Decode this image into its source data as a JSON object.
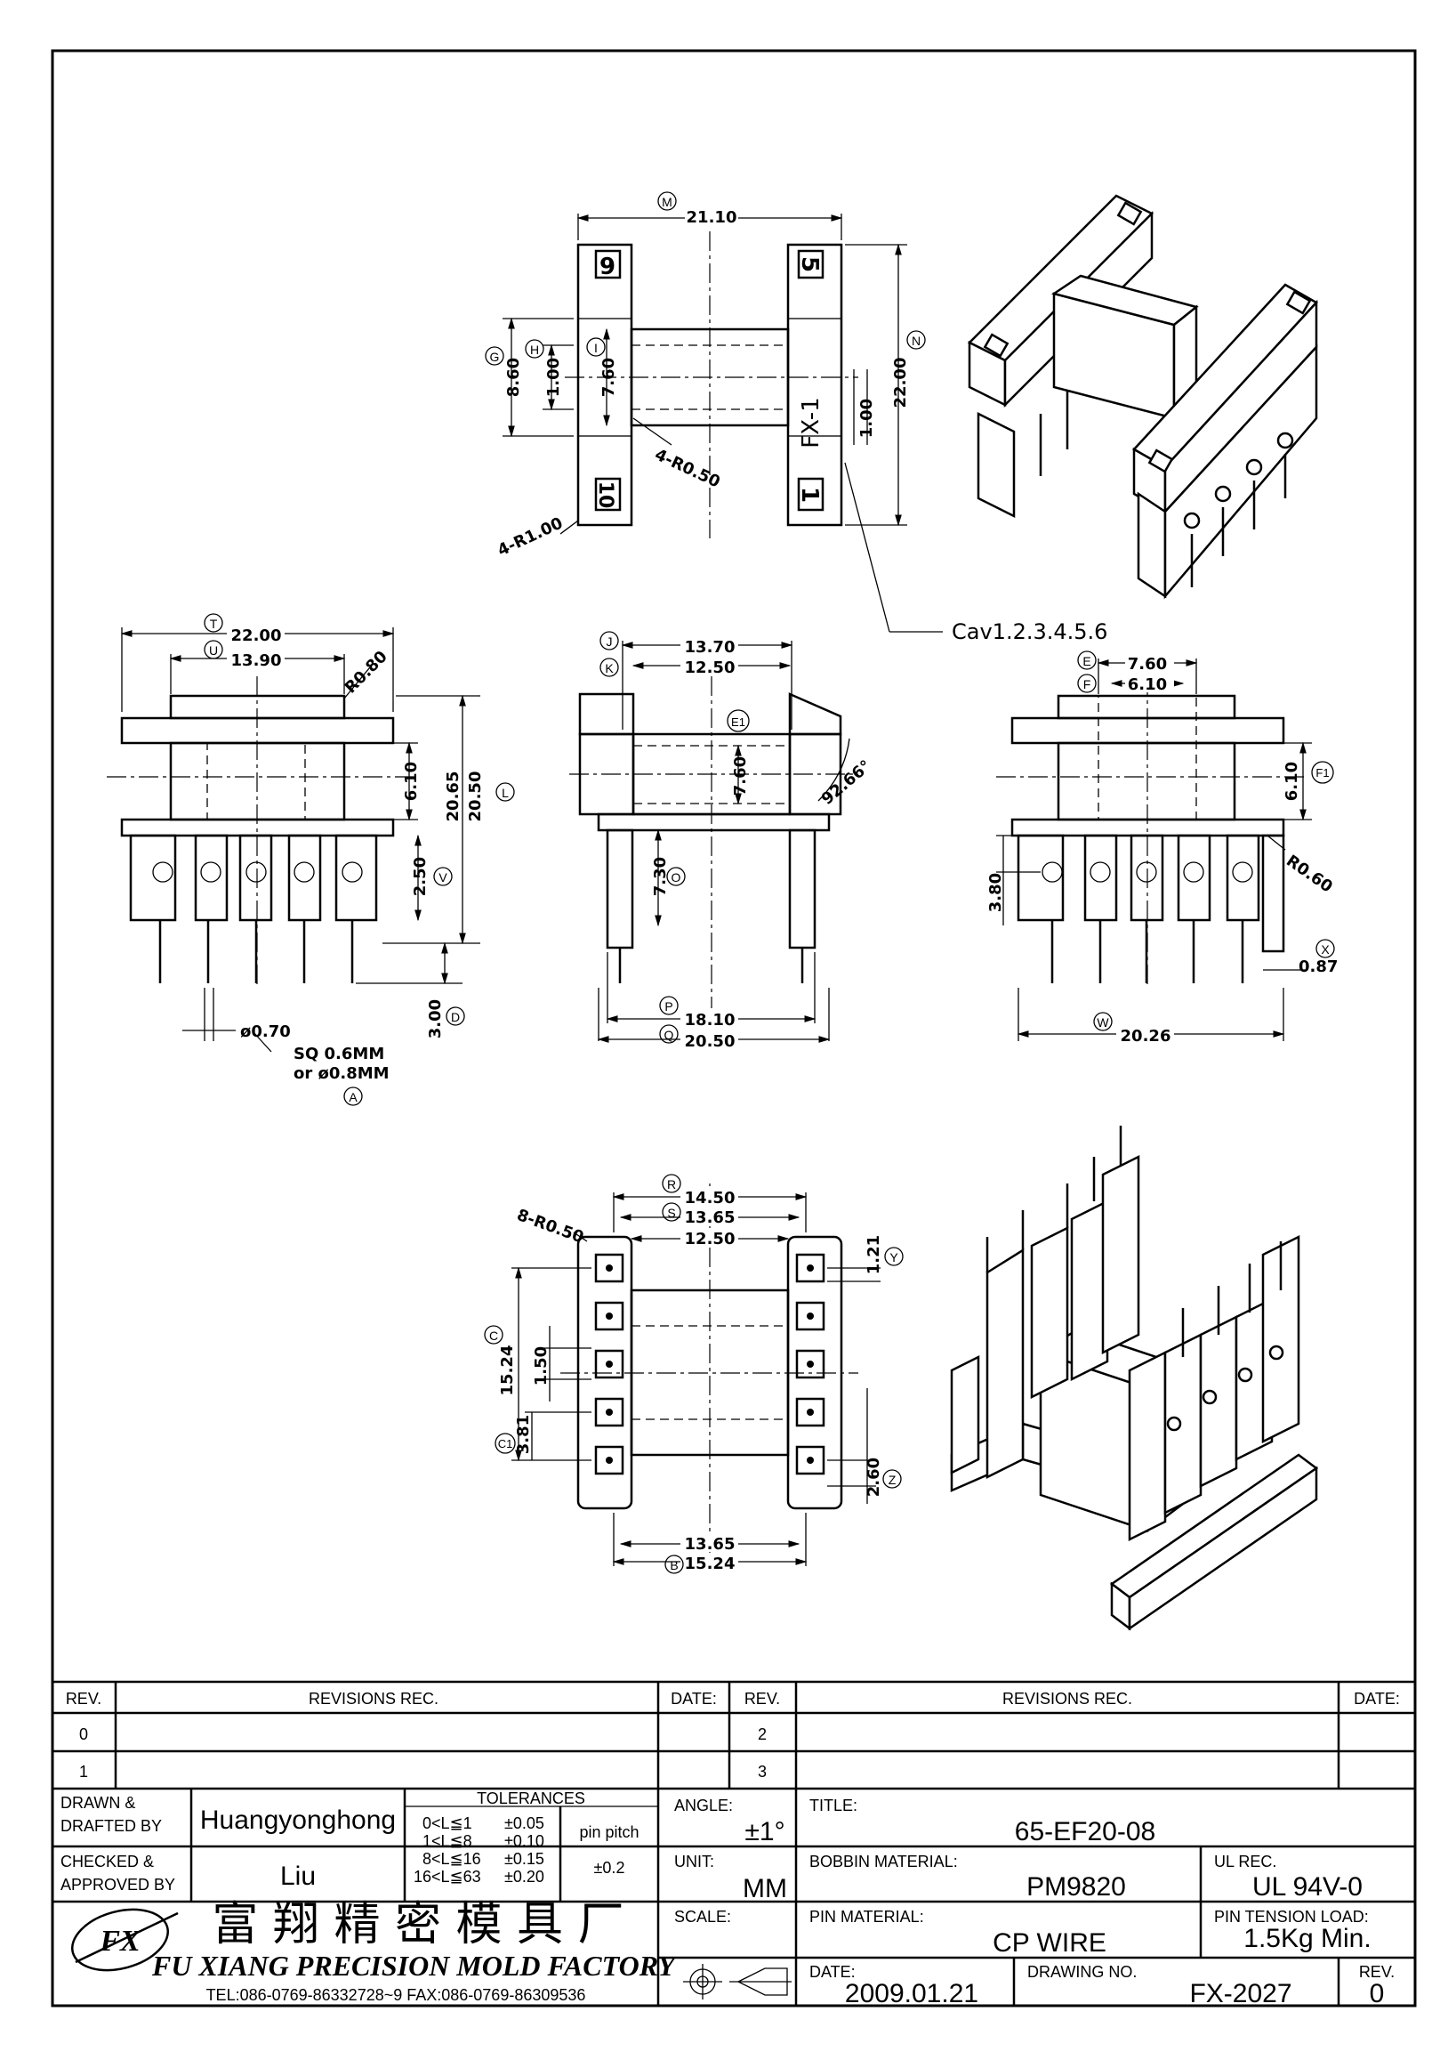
{
  "drawing": {
    "top_view": {
      "dim_m": "21.10",
      "dim_n": "22.00",
      "dim_g": "8.60",
      "dim_h": "1.00",
      "dim_i": "7.60",
      "dim_1_00_right": "1.00",
      "r_050": "4-R0.50",
      "r_100": "4-R1.00",
      "pin_label_left_top": "6",
      "pin_label_left_bottom": "10",
      "pin_label_right_top": "5",
      "pin_label_right_bottom": "1",
      "mark": "FX-1",
      "cavity": "Cav1.2.3.4.5.6"
    },
    "front_view": {
      "dim_t": "22.00",
      "dim_u": "13.90",
      "r_080": "R0.80",
      "dim_610": "6.10",
      "dim_2065": "20.65",
      "dim_2050": "20.50",
      "dim_250": "2.50",
      "dim_300": "3.00",
      "dim_070": "ø0.70",
      "sq": "SQ 0.6MM",
      "or": "or ø0.8MM"
    },
    "side_view": {
      "dim_j": "13.70",
      "dim_k": "12.50",
      "dim_760": "7.60",
      "angle": "92.66°",
      "dim_730": "7.30",
      "dim_p": "18.10",
      "dim_q": "20.50"
    },
    "right_view": {
      "dim_e": "7.60",
      "dim_f": "6.10",
      "dim_f1": "6.10",
      "dim_380": "3.80",
      "r_060": "R0.60",
      "dim_087": "0.87",
      "dim_w": "20.26"
    },
    "bottom_view": {
      "dim_r": "14.50",
      "dim_1365": "13.65",
      "dim_s": "12.50",
      "r_050": "8-R0.50",
      "dim_121": "1.21",
      "dim_1524v": "15.24",
      "dim_150": "1.50",
      "dim_381": "3.81",
      "dim_260": "2.60",
      "dim_b1": "13.65",
      "dim_b2": "15.24"
    },
    "balloons": {
      "M": "M",
      "N": "N",
      "G": "G",
      "H": "H",
      "I": "I",
      "T": "T",
      "U": "U",
      "L": "L",
      "V": "V",
      "D": "D",
      "A": "A",
      "J": "J",
      "K": "K",
      "E1": "E1",
      "O": "O",
      "P": "P",
      "Q": "Q",
      "E": "E",
      "F": "F",
      "F1": "F1",
      "X": "X",
      "W": "W",
      "R": "R",
      "S": "S",
      "Y": "Y",
      "C": "C",
      "C1": "C1",
      "Z": "Z",
      "B": "B"
    }
  },
  "title_block": {
    "rev_header": "REV.",
    "revisions_header": "REVISIONS   REC.",
    "date_header": "DATE:",
    "rev_rows_left": [
      "0",
      "1"
    ],
    "rev_rows_right": [
      "2",
      "3"
    ],
    "drawn_label": "DRAWN &",
    "drafted_label": "DRAFTED BY",
    "drawn_by": "Huangyonghong",
    "checked_label": "CHECKED &",
    "approved_label": "APPROVED BY",
    "approved_by": "Liu",
    "tolerances_label": "TOLERANCES",
    "tolerance_rows": [
      {
        "range": "0<L≦1",
        "tol": "±0.05"
      },
      {
        "range": "1<L≦8",
        "tol": "±0.10"
      },
      {
        "range": "8<L≦16",
        "tol": "±0.15"
      },
      {
        "range": "16<L≦63",
        "tol": "±0.20"
      }
    ],
    "pin_pitch_label": "pin pitch",
    "pin_pitch_value": "±0.2",
    "angle_label": "ANGLE:",
    "angle_value": "±1°",
    "unit_label": "UNIT:",
    "unit_value": "MM",
    "scale_label": "SCALE:",
    "title_label": "TITLE:",
    "title_value": "65-EF20-08",
    "bobbin_label": "BOBBIN MATERIAL:",
    "bobbin_value": "PM9820",
    "ul_label": "UL REC.",
    "ul_value": "UL 94V-0",
    "pin_material_label": "PIN MATERIAL:",
    "pin_material_value": "CP WIRE",
    "pin_tension_label": "PIN TENSION LOAD:",
    "pin_tension_value": "1.5Kg  Min.",
    "date_label": "DATE:",
    "date_value": "2009.01.21",
    "drawing_no_label": "DRAWING NO.",
    "drawing_no_value": "FX-2027",
    "rev_label": "REV.",
    "rev_value": "0",
    "company_cn": "富 翔 精 密 模 具 厂",
    "company_en": "FU XIANG PRECISION MOLD FACTORY",
    "contact": "TEL:086-0769-86332728~9  FAX:086-0769-86309536",
    "logo_text": "FX"
  }
}
